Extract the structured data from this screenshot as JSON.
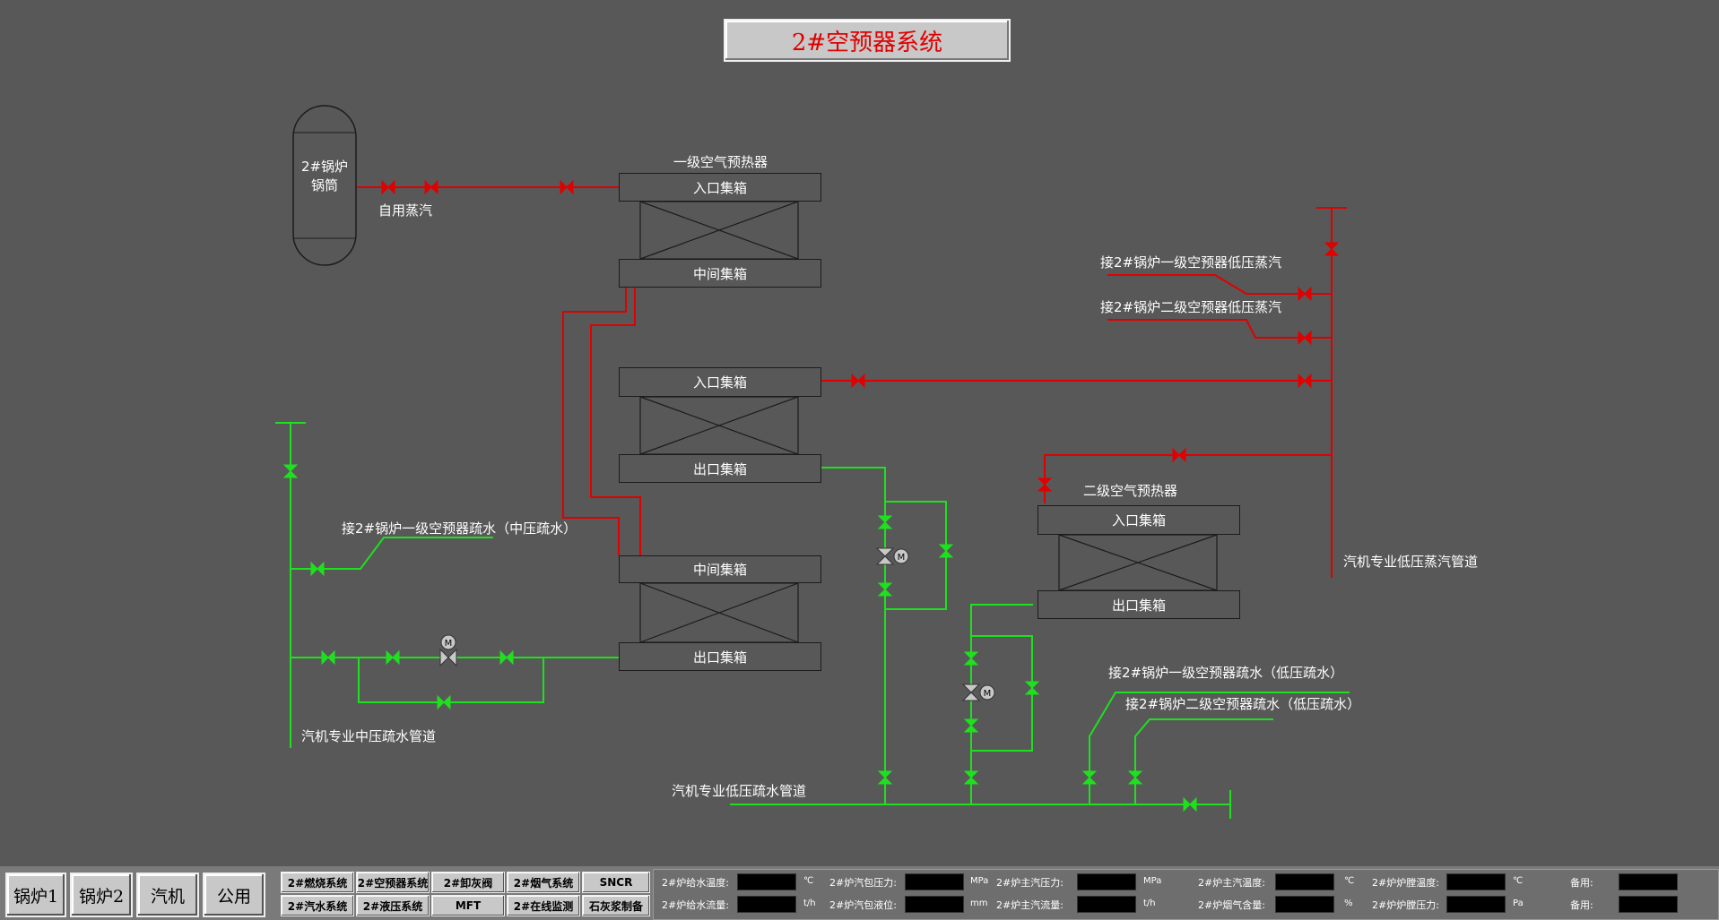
{
  "title": "2#空预器系统",
  "colors": {
    "steam": "#e00000",
    "water": "#1ee01e",
    "background": "#585858",
    "equipment_border": "#1c1c1c"
  },
  "drum": {
    "line1": "2#锅炉",
    "line2": "锅筒"
  },
  "labels": {
    "self_steam": "自用蒸汽",
    "stage1_heater": "一级空气预热器",
    "stage2_heater": "二级空气预热器",
    "stage1_lp_steam": "接2#锅炉一级空预器低压蒸汽",
    "stage2_lp_steam": "接2#锅炉二级空预器低压蒸汽",
    "lp_steam_pipe": "汽机专业低压蒸汽管道",
    "stage1_mp_drain": "接2#锅炉一级空预器疏水（中压疏水）",
    "mp_drain_pipe": "汽机专业中压疏水管道",
    "stage1_lp_drain": "接2#锅炉一级空预器疏水（低压疏水）",
    "stage2_lp_drain": "接2#锅炉二级空预器疏水（低压疏水）",
    "lp_drain_pipe": "汽机专业低压疏水管道"
  },
  "headers": {
    "inlet": "入口集箱",
    "middle": "中间集箱",
    "outlet": "出口集箱"
  },
  "nav": {
    "main": [
      "锅炉1",
      "锅炉2",
      "汽机",
      "公用"
    ],
    "systems": [
      [
        "2#燃烧系统",
        "2#空预器系统",
        "2#卸灰阀",
        "2#烟气系统",
        "SNCR"
      ],
      [
        "2#汽水系统",
        "2#液压系统",
        "MFT",
        "2#在线监测",
        "石灰浆制备"
      ]
    ]
  },
  "status_panel": {
    "row1": [
      {
        "label": "2#炉给水温度:",
        "value": "",
        "unit": "℃"
      },
      {
        "label": "2#炉汽包压力:",
        "value": "",
        "unit": "MPa"
      },
      {
        "label": "2#炉主汽压力:",
        "value": "",
        "unit": "MPa"
      },
      {
        "label": "2#炉主汽温度:",
        "value": "",
        "unit": "℃"
      },
      {
        "label": "2#炉炉膛温度:",
        "value": "",
        "unit": "℃"
      },
      {
        "label": "备用:",
        "value": "",
        "unit": ""
      }
    ],
    "row2": [
      {
        "label": "2#炉给水流量:",
        "value": "",
        "unit": "t/h"
      },
      {
        "label": "2#炉汽包液位:",
        "value": "",
        "unit": "mm"
      },
      {
        "label": "2#炉主汽流量:",
        "value": "",
        "unit": "t/h"
      },
      {
        "label": "2#炉烟气含量:",
        "value": "",
        "unit": "%"
      },
      {
        "label": "2#炉炉膛压力:",
        "value": "",
        "unit": "Pa"
      },
      {
        "label": "备用:",
        "value": "",
        "unit": ""
      }
    ]
  }
}
